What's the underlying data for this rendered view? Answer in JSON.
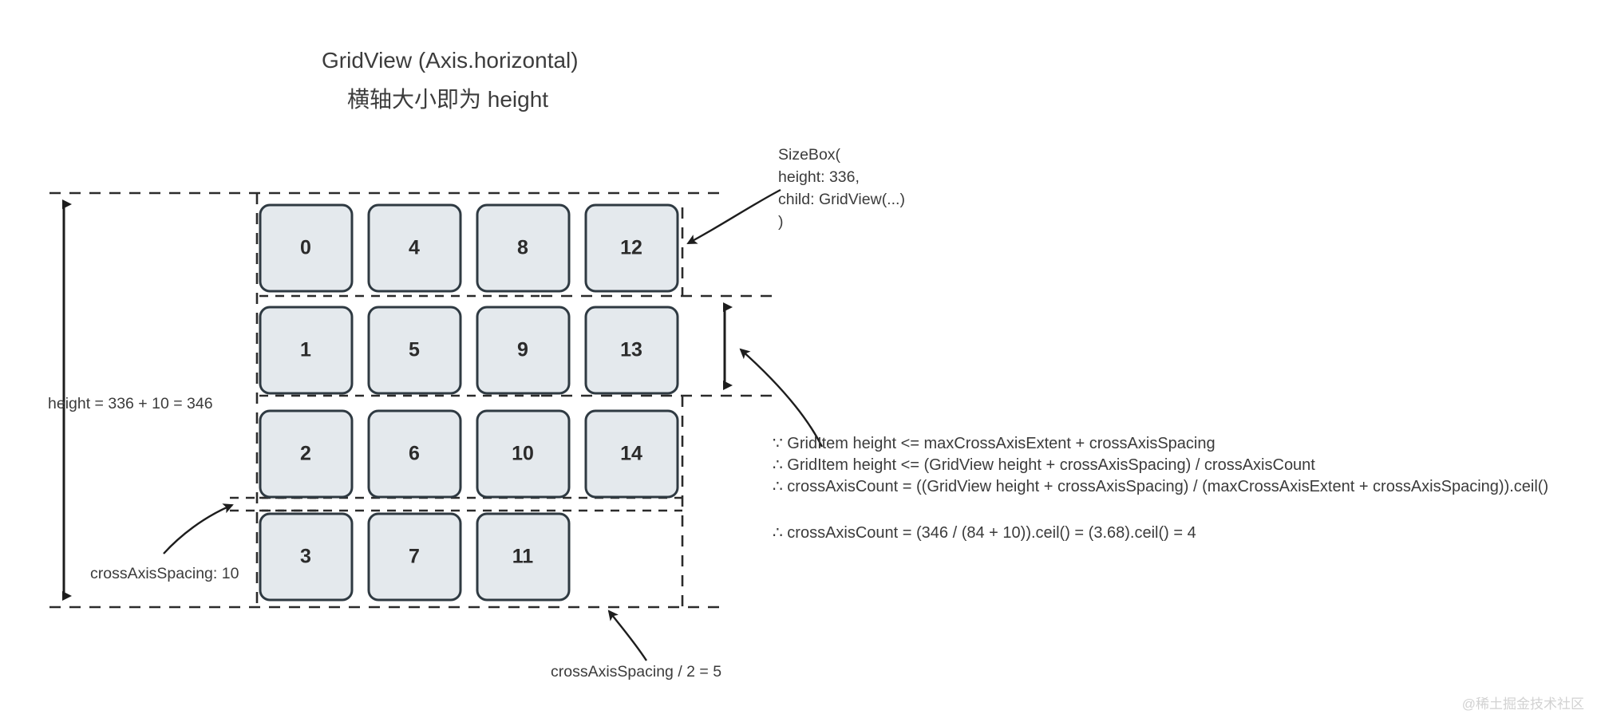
{
  "title": {
    "line1": "GridView (Axis.horizontal)",
    "line2": "横轴大小即为 height"
  },
  "sizebox_annotation": {
    "line1": "SizeBox(",
    "line2": "  height: 336,",
    "line3": "  child: GridView(...)",
    "line4": ")"
  },
  "measurements": {
    "height_label": "height = 336 + 10  = 346",
    "cross_axis_spacing_label": "crossAxisSpacing: 10",
    "cross_axis_spacing_half_label": "crossAxisSpacing / 2 =  5"
  },
  "formulas": [
    "∵ GridItem height <=  maxCrossAxisExtent + crossAxisSpacing",
    "∴ GridItem height <= (GridView height + crossAxisSpacing) / crossAxisCount",
    "∴ crossAxisCount = ((GridView height + crossAxisSpacing) / (maxCrossAxisExtent + crossAxisSpacing)).ceil()",
    "∴ crossAxisCount = (346 / (84 + 10)).ceil() = (3.68).ceil() = 4"
  ],
  "grid": {
    "columns": [
      {
        "items": [
          "0",
          "1",
          "2",
          "3"
        ]
      },
      {
        "items": [
          "4",
          "5",
          "6",
          "7"
        ]
      },
      {
        "items": [
          "8",
          "9",
          "10",
          "11"
        ]
      },
      {
        "items": [
          "12",
          "13",
          "14"
        ]
      }
    ]
  },
  "watermark": "@稀土掘金技术社区",
  "colors": {
    "cell_fill": "#e4e9ed",
    "cell_stroke": "#2f3a42",
    "text": "#3b3b3b",
    "guide": "#2b2b2b",
    "watermark": "#d2d2d2"
  }
}
